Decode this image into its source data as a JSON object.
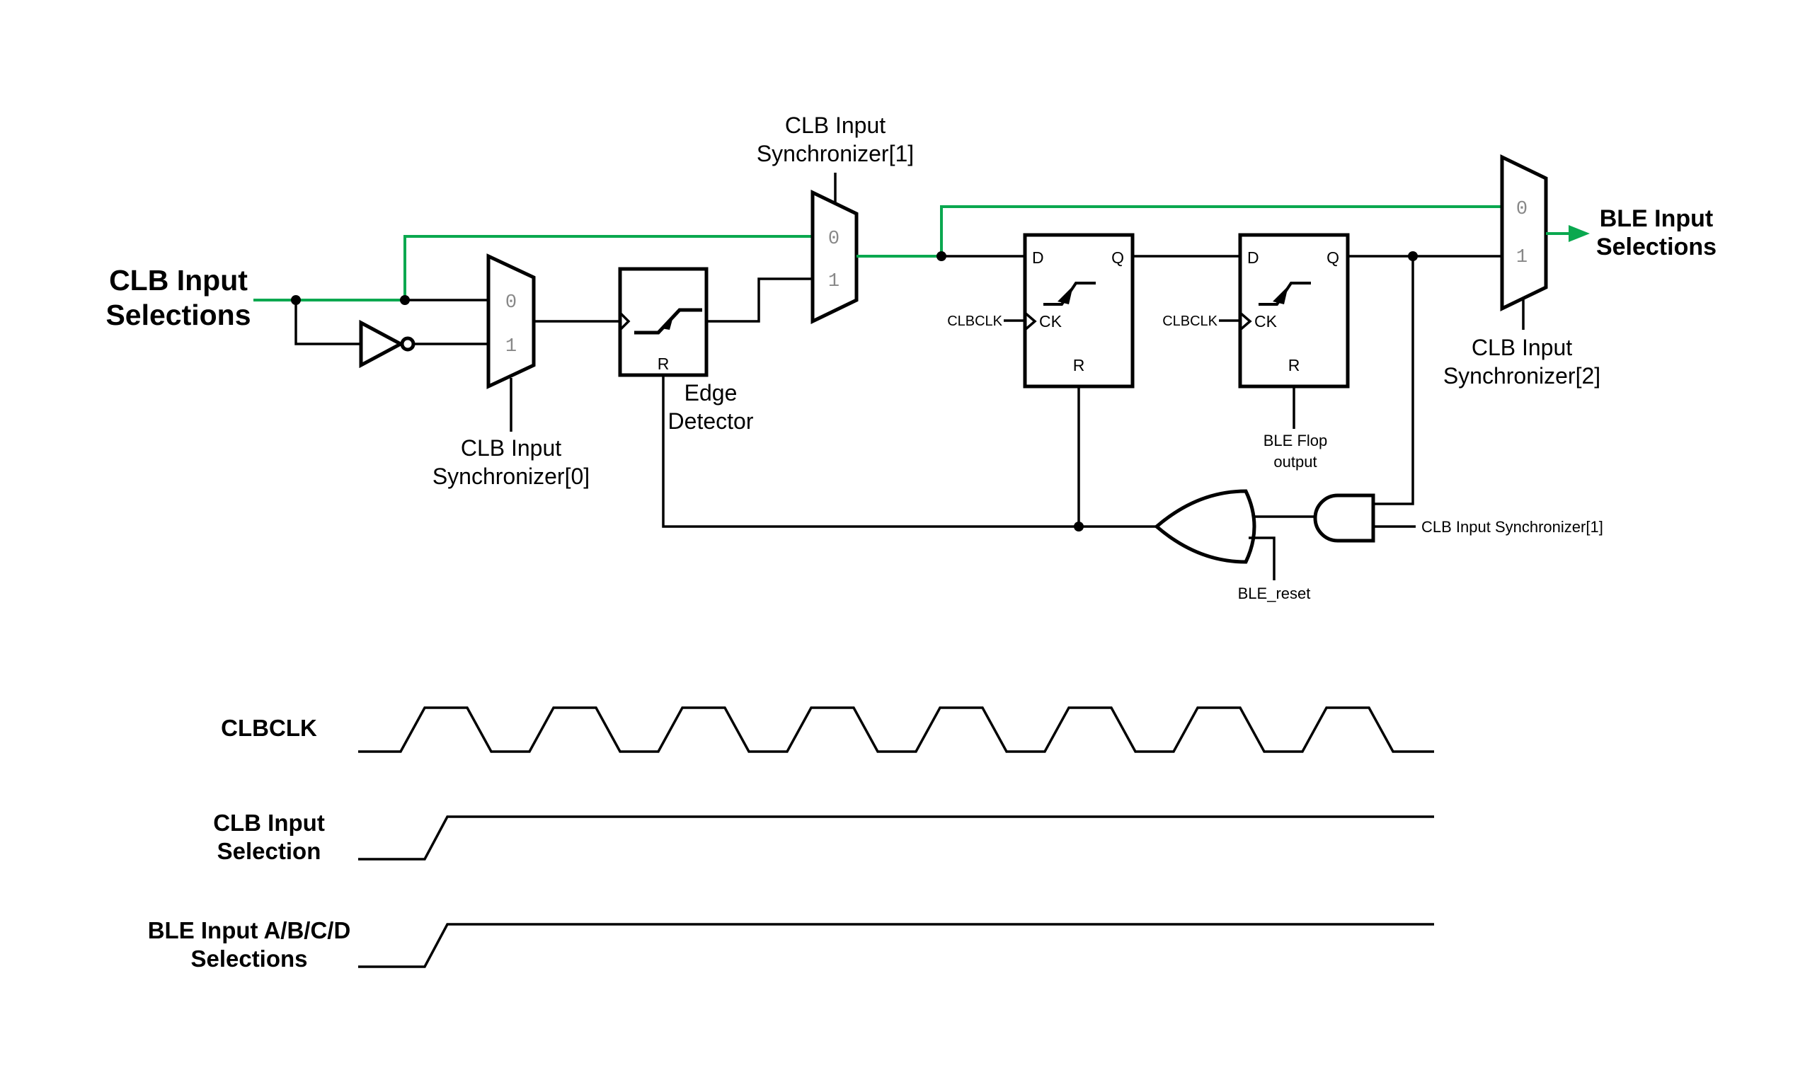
{
  "labels": {
    "clb_input_selections": [
      "CLB Input",
      "Selections"
    ],
    "ble_input_selections": [
      "BLE Input",
      "Selections"
    ],
    "sync0": [
      "CLB Input",
      "Synchronizer[0]"
    ],
    "sync1": [
      "CLB Input",
      "Synchronizer[1]"
    ],
    "sync2": [
      "CLB Input",
      "Synchronizer[2]"
    ],
    "edge_detector": [
      "Edge",
      "Detector"
    ],
    "ble_flop_output": [
      "BLE Flop",
      "output"
    ],
    "ble_reset": "BLE_reset",
    "and_input_sync1": "CLB Input Synchronizer[1]"
  },
  "mux": {
    "in0": "0",
    "in1": "1"
  },
  "flop": {
    "d": "D",
    "q": "Q",
    "ck": "CK",
    "r": "R",
    "clk_in": "CLBCLK"
  },
  "edge_detector_pin": "R",
  "timing": {
    "clbclk": "CLBCLK",
    "clb_input_selection": [
      "CLB Input",
      "Selection"
    ],
    "ble_input": [
      "BLE Input A/B/C/D",
      "Selections"
    ]
  },
  "colors": {
    "signal_path": "#0aa84f",
    "wire": "#000000",
    "mux_label": "#888888"
  }
}
